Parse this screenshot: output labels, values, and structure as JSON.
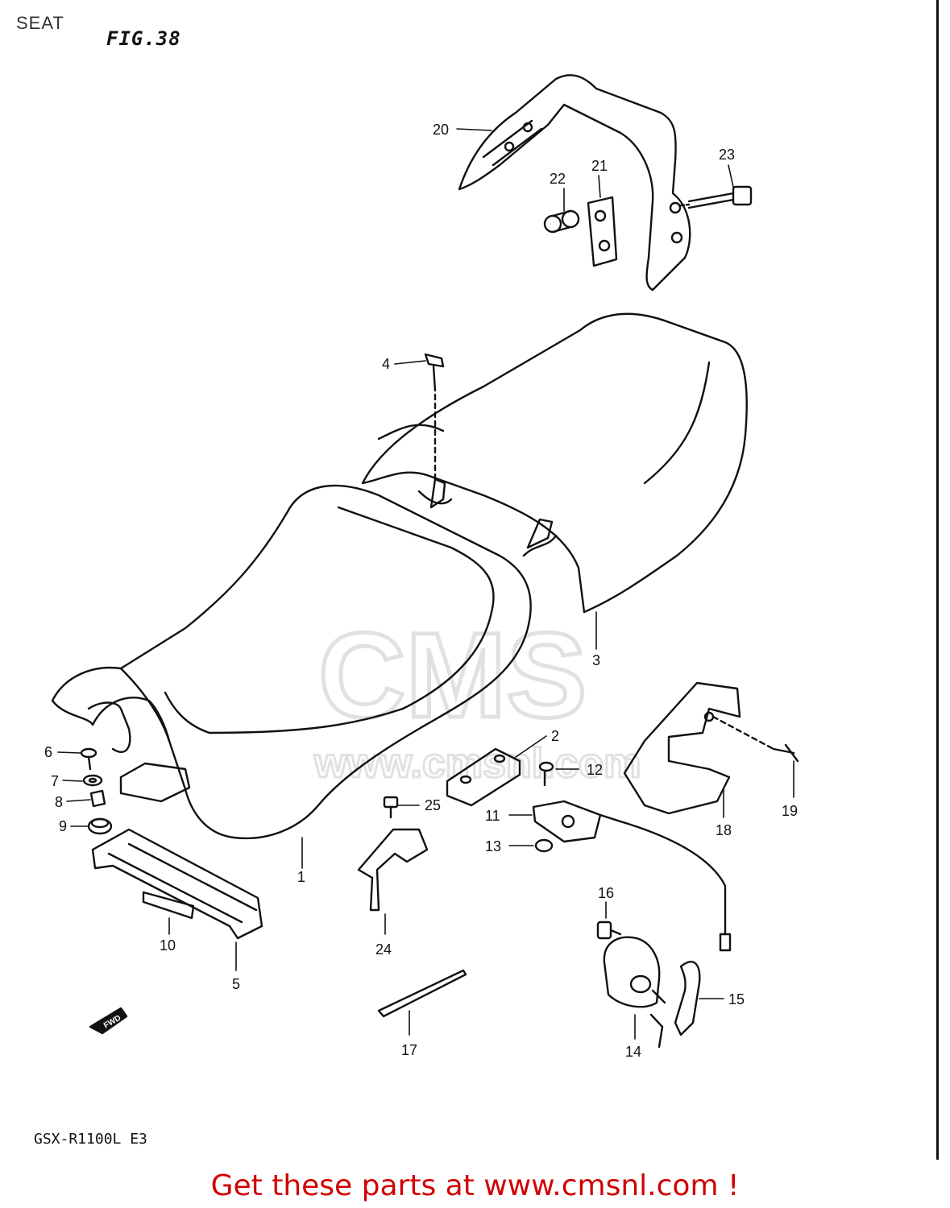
{
  "header": {
    "title": "SEAT",
    "figure": "FIG.38"
  },
  "model_code": "GSX-R1100L E3",
  "watermark": {
    "brand": "CMS",
    "url": "www.cmsnl.com"
  },
  "fwd_label": "FWD",
  "footer": {
    "cta": "Get these parts at www.cmsnl.com !",
    "cta_color": "#d10000"
  },
  "callouts": [
    {
      "id": "20",
      "label": "20"
    },
    {
      "id": "22",
      "label": "22"
    },
    {
      "id": "21",
      "label": "21"
    },
    {
      "id": "23",
      "label": "23"
    },
    {
      "id": "4",
      "label": "4"
    },
    {
      "id": "3",
      "label": "3"
    },
    {
      "id": "2",
      "label": "2"
    },
    {
      "id": "6",
      "label": "6"
    },
    {
      "id": "7",
      "label": "7"
    },
    {
      "id": "8",
      "label": "8"
    },
    {
      "id": "9",
      "label": "9"
    },
    {
      "id": "12",
      "label": "12"
    },
    {
      "id": "25",
      "label": "25"
    },
    {
      "id": "11",
      "label": "11"
    },
    {
      "id": "13",
      "label": "13"
    },
    {
      "id": "1",
      "label": "1"
    },
    {
      "id": "19",
      "label": "19"
    },
    {
      "id": "18",
      "label": "18"
    },
    {
      "id": "10",
      "label": "10"
    },
    {
      "id": "5",
      "label": "5"
    },
    {
      "id": "24",
      "label": "24"
    },
    {
      "id": "16",
      "label": "16"
    },
    {
      "id": "15",
      "label": "15"
    },
    {
      "id": "17",
      "label": "17"
    },
    {
      "id": "14",
      "label": "14"
    }
  ]
}
